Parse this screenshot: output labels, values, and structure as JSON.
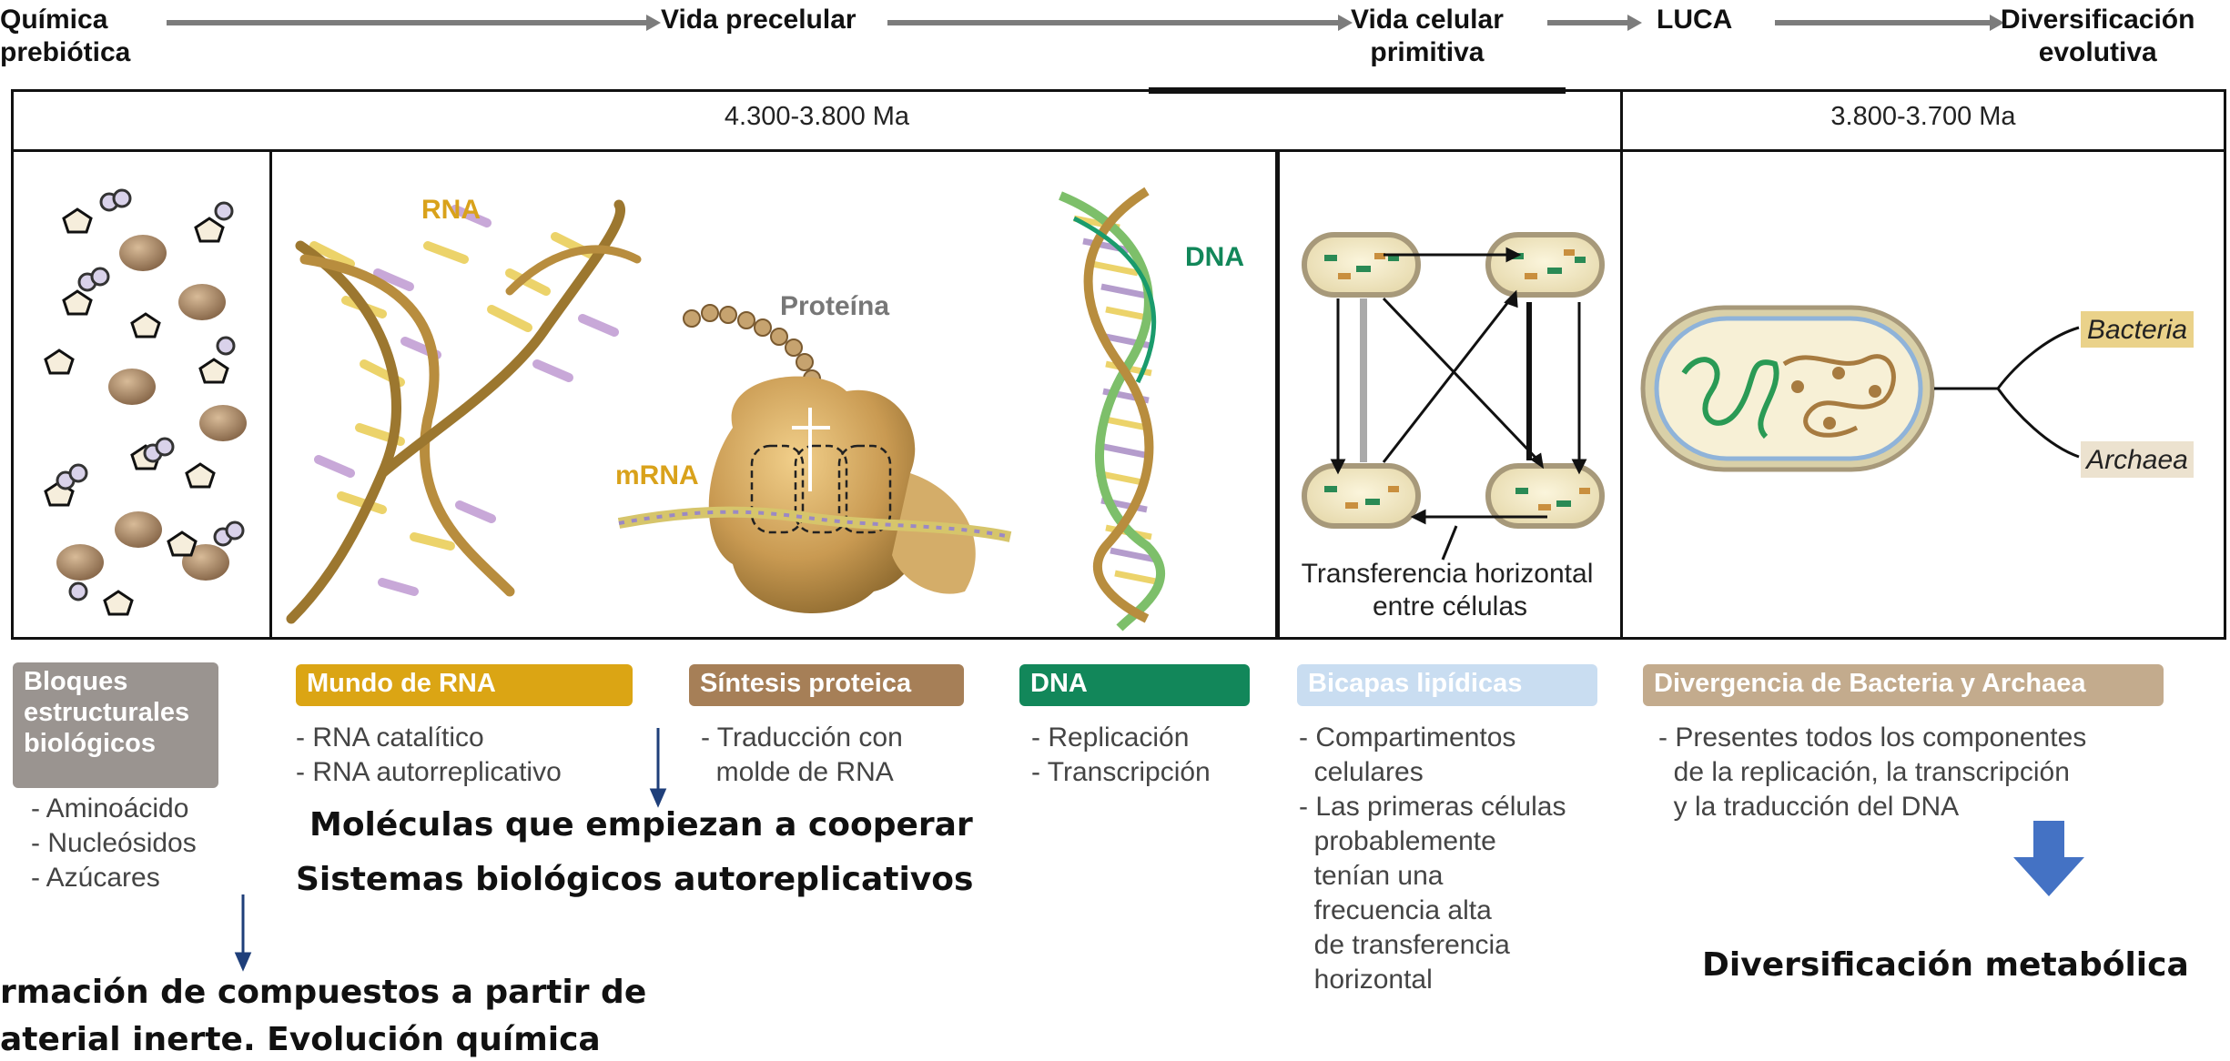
{
  "timeline": {
    "stages": [
      {
        "line1": "Química",
        "line2": "prebiótica"
      },
      {
        "line1": "Vida precelular",
        "line2": ""
      },
      {
        "line1": "Vida celular",
        "line2": "primitiva"
      },
      {
        "line1": "LUCA",
        "line2": ""
      },
      {
        "line1": "Diversificación",
        "line2": "evolutiva"
      }
    ]
  },
  "eras": {
    "left": "4.300-3.800 Ma",
    "right": "3.800-3.700 Ma"
  },
  "illustration_labels": {
    "rna": "RNA",
    "protein": "Proteína",
    "mrna": "mRNA",
    "dna": "DNA",
    "transfer_line1": "Transferencia horizontal",
    "transfer_line2": "entre células",
    "bacteria": "Bacteria",
    "archaea": "Archaea"
  },
  "categories": [
    {
      "title": "Bloques estructurales biológicos",
      "color": "#9a9490",
      "items": "- Aminoácido\n- Nucleósidos\n- Azúcares"
    },
    {
      "title": "Mundo de RNA",
      "color": "#dba514",
      "items": "- RNA catalítico\n- RNA autorreplicativo"
    },
    {
      "title": "Síntesis proteica",
      "color": "#a67f57",
      "items": "- Traducción con\n  molde de RNA"
    },
    {
      "title": "DNA",
      "color": "#12875a",
      "items": "- Replicación\n- Transcripción"
    },
    {
      "title": "Bicapas lipídicas",
      "color": "#c9ddf1",
      "items": "- Compartimentos\n  celulares\n- Las primeras células\n  probablemente\n  tenían una\n  frecuencia alta\n  de transferencia\n  horizontal"
    },
    {
      "title": "Divergencia de Bacteria y Archaea",
      "color": "#c3ab8d",
      "items": "- Presentes todos los componentes\n  de la replicación, la transcripción\n  y la traducción del DNA"
    }
  ],
  "notes": {
    "cooperation": "Moléculas que empiezan a cooperar",
    "autoreplication": "Sistemas biológicos autoreplicativos",
    "inert_line1": "rmación de compuestos a partir de",
    "inert_line2": "aterial inerte. Evolución química",
    "metabolic": "Diversificación metabólica"
  },
  "colors": {
    "arrow_gray": "#7c7c7c",
    "note_arrow": "#1f3f7a",
    "big_arrow": "#4472c4",
    "rna_label": "#d9a21b",
    "dna_label": "#12875a",
    "protein_label": "#777777"
  }
}
